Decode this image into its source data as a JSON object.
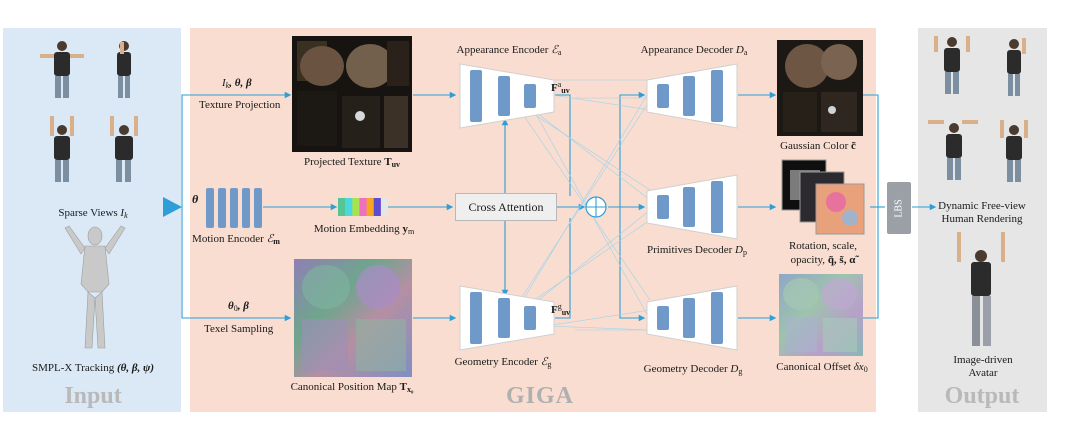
{
  "colors": {
    "input_bg": "#dbe9f6",
    "middle_bg": "#f8ddd0",
    "output_bg": "#e6e6e6",
    "arrow": "#2d9fd6",
    "bar": "#6f99c8",
    "lbs": "#9aa0a6"
  },
  "input": {
    "title": "Input",
    "sparse_views_label": "Sparse Views",
    "sparse_views_symbol": "I",
    "sparse_views_sub": "k",
    "smplx_label": "SMPL-X Tracking",
    "smplx_params": "(θ, β, ψ)"
  },
  "middle": {
    "title": "GIGA",
    "top_params_a": "I",
    "top_params_a_sub": "k",
    "top_params_b": ", θ, β",
    "texture_projection": "Texture Projection",
    "projected_texture": "Projected Texture",
    "projected_texture_symbol": "T",
    "projected_texture_sub": "uv",
    "theta": "θ",
    "motion_encoder": "Motion Encoder",
    "motion_encoder_symbol": "ℰ",
    "motion_encoder_sub": "m",
    "motion_embedding": "Motion Embedding",
    "motion_embedding_symbol": "y",
    "motion_embedding_sub": "m",
    "bottom_params_a": "θ",
    "bottom_params_a_sub": "0",
    "bottom_params_b": ", β",
    "texel_sampling": "Texel Sampling",
    "canonical_position_map": "Canonical Position Map",
    "canonical_position_map_symbol": "T",
    "canonical_position_map_sub": "x₀",
    "appearance_encoder": "Appearance Encoder",
    "appearance_encoder_symbol": "ℰ",
    "appearance_encoder_sub": "a",
    "geometry_encoder": "Geometry Encoder",
    "geometry_encoder_symbol": "ℰ",
    "geometry_encoder_sub": "g",
    "f_a_symbol": "F",
    "f_a_sup": "a",
    "f_a_sub": "uv",
    "f_g_symbol": "F",
    "f_g_sup": "g",
    "f_g_sub": "uv",
    "cross_attention": "Cross Attention",
    "appearance_decoder": "Appearance Decoder",
    "appearance_decoder_symbol": "D",
    "appearance_decoder_sub": "a",
    "primitives_decoder": "Primitives Decoder",
    "primitives_decoder_symbol": "D",
    "primitives_decoder_sub": "p",
    "geometry_decoder": "Geometry Decoder",
    "geometry_decoder_symbol": "D",
    "geometry_decoder_sub": "g",
    "gaussian_color": "Gaussian Color",
    "gaussian_color_symbol": "c̃",
    "rotation_line1": "Rotation, scale,",
    "rotation_line2": "opacity,",
    "rotation_symbols": "q̃, s̃, α̃",
    "canonical_offset": "Canonical Offset",
    "canonical_offset_symbol": "δx",
    "canonical_offset_sub": "0",
    "lbs": "LBS"
  },
  "output": {
    "title": "Output",
    "dynamic_line1": "Dynamic Free-view",
    "dynamic_line2": "Human Rendering",
    "image_driven_line1": "Image-driven",
    "image_driven_line2": "Avatar"
  },
  "motion_embedding_colors": [
    "#56c596",
    "#49d8e0",
    "#a7e24f",
    "#f06fc3",
    "#f5a623",
    "#5d4bd1",
    "#e6e6e6"
  ]
}
